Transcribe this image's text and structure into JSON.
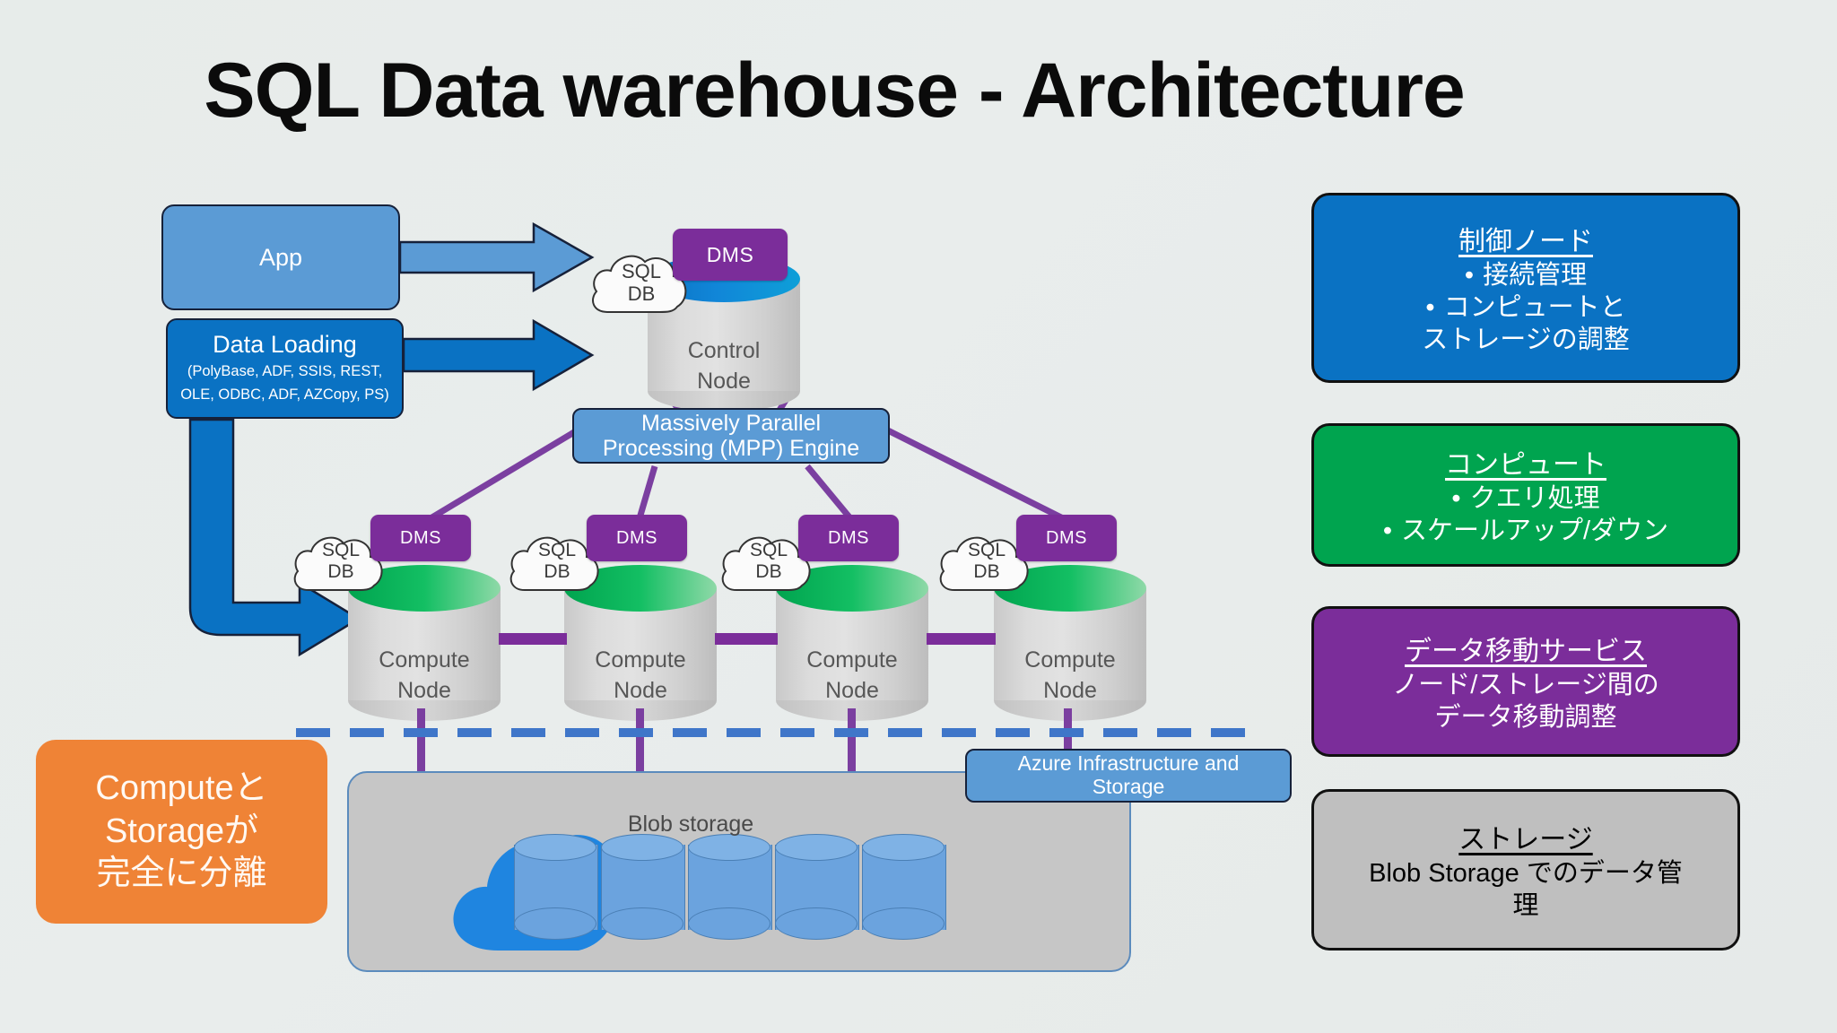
{
  "title": "SQL Data warehouse - Architecture",
  "colors": {
    "background": "#e7ecea",
    "app_blue": "#5b9bd5",
    "data_blue": "#0a72c3",
    "compute_green": "#00a44f",
    "dms_purple": "#7b2d9a",
    "storage_grey": "#bfbfbf",
    "orange": "#ef8336",
    "link_purple": "#7b3fa0",
    "dashed_blue": "#3f76c9"
  },
  "left": {
    "app": {
      "label": "App"
    },
    "data_loading": {
      "title": "Data Loading",
      "line1": "(PolyBase, ADF, SSIS, REST,",
      "line2": "OLE, ODBC, ADF, AZCopy, PS)"
    },
    "callout": {
      "line1": "Computeと",
      "line2": "Storageが",
      "line3": "完全に分離"
    }
  },
  "control_node": {
    "label_line1": "Control",
    "label_line2": "Node",
    "dms": "DMS",
    "cloud_line1": "SQL",
    "cloud_line2": "DB"
  },
  "mpp": {
    "line1": "Massively Parallel",
    "line2": "Processing (MPP) Engine"
  },
  "compute_nodes": [
    {
      "label_line1": "Compute",
      "label_line2": "Node",
      "dms": "DMS",
      "cloud_line1": "SQL",
      "cloud_line2": "DB"
    },
    {
      "label_line1": "Compute",
      "label_line2": "Node",
      "dms": "DMS",
      "cloud_line1": "SQL",
      "cloud_line2": "DB"
    },
    {
      "label_line1": "Compute",
      "label_line2": "Node",
      "dms": "DMS",
      "cloud_line1": "SQL",
      "cloud_line2": "DB"
    },
    {
      "label_line1": "Compute",
      "label_line2": "Node",
      "dms": "DMS",
      "cloud_line1": "SQL",
      "cloud_line2": "DB"
    }
  ],
  "storage": {
    "blob_label": "Blob storage",
    "azure_line1": "Azure Infrastructure and",
    "azure_line2": "Storage",
    "cylinder_count": 5
  },
  "legend": [
    {
      "id": "control",
      "title": "制御ノード",
      "items": [
        "接続管理",
        "コンピュートと"
      ],
      "item_cont": "ストレージの調整",
      "bullet": "•",
      "color": "#0a72c3"
    },
    {
      "id": "compute",
      "title": "コンピュート",
      "items": [
        "クエリ処理",
        "スケールアップ/ダウン"
      ],
      "bullet": "•",
      "color": "#00a44f"
    },
    {
      "id": "dms",
      "title": "データ移動サービス",
      "items": [
        "ノード/ストレージ間の",
        "データ移動調整"
      ],
      "color": "#7b2d9a"
    },
    {
      "id": "storage",
      "title": "ストレージ",
      "items": [
        "Blob Storage でのデータ管",
        "理"
      ],
      "color": "#bfbfbf"
    }
  ]
}
